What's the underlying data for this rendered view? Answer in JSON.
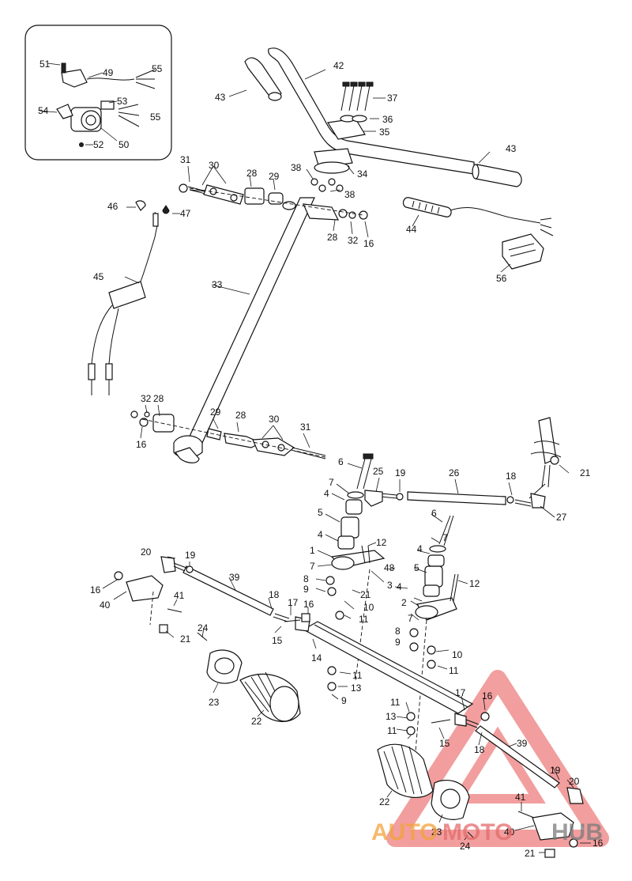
{
  "callouts": {
    "c1": "1",
    "c2": "2",
    "c3": "3",
    "c4a": "4",
    "c4b": "4",
    "c4c": "4",
    "c4d": "4",
    "c5a": "5",
    "c5b": "5",
    "c6a": "6",
    "c6b": "6",
    "c7a": "7",
    "c7b": "7",
    "c7c": "7",
    "c7d": "7",
    "c8a": "8",
    "c8b": "8",
    "c9a": "9",
    "c9b": "9",
    "c9c": "9",
    "c10a": "10",
    "c10b": "10",
    "c11a": "11",
    "c11b": "11",
    "c11c": "11",
    "c11d": "11",
    "c11e": "11",
    "c12a": "12",
    "c12b": "12",
    "c13a": "13",
    "c13b": "13",
    "c14": "14",
    "c15a": "15",
    "c15b": "15",
    "c16a": "16",
    "c16b": "16",
    "c16c": "16",
    "c16d": "16",
    "c16e": "16",
    "c16f": "16",
    "c17a": "17",
    "c17b": "17",
    "c18a": "18",
    "c18b": "18",
    "c18c": "18",
    "c19a": "19",
    "c19b": "19",
    "c19c": "19",
    "c20a": "20",
    "c20b": "20",
    "c21a": "21",
    "c21b": "21",
    "c21c": "21",
    "c21d": "21",
    "c22a": "22",
    "c22b": "22",
    "c23a": "23",
    "c23b": "23",
    "c24a": "24",
    "c24b": "24",
    "c25": "25",
    "c26": "26",
    "c27": "27",
    "c28a": "28",
    "c28b": "28",
    "c28c": "28",
    "c28d": "28",
    "c29a": "29",
    "c29b": "29",
    "c30a": "30",
    "c30b": "30",
    "c31a": "31",
    "c31b": "31",
    "c32a": "32",
    "c32b": "32",
    "c33": "33",
    "c34": "34",
    "c35": "35",
    "c36": "36",
    "c37": "37",
    "c38a": "38",
    "c38b": "38",
    "c39a": "39",
    "c39b": "39",
    "c40a": "40",
    "c40b": "40",
    "c41a": "41",
    "c41b": "41",
    "c42": "42",
    "c43a": "43",
    "c43b": "43",
    "c44": "44",
    "c45": "45",
    "c46": "46",
    "c47": "47",
    "c48": "48",
    "c49": "49",
    "c50": "50",
    "c51": "51",
    "c52": "52",
    "c53": "53",
    "c54": "54",
    "c55a": "55",
    "c55b": "55",
    "c56": "56"
  },
  "watermark": {
    "brand_auto": "AUTO",
    "brand_moto": "MOTO",
    "brand_hub": "HUB",
    "color_auto": "#f3a23a",
    "color_moto": "#e46c6c",
    "color_hub": "#7a7a7a",
    "triangle_color": "#e85050"
  },
  "colors": {
    "ink": "#111111",
    "paper": "#ffffff"
  }
}
